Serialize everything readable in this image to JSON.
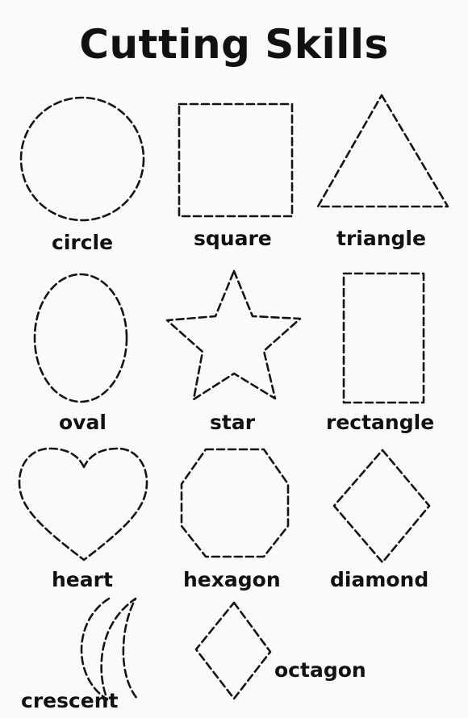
{
  "worksheet": {
    "title": "Cutting Skills",
    "ink_color": "#141414",
    "paper_color": "#fbfaf8",
    "shapes": [
      {
        "id": "circle",
        "label": "circle",
        "icon": "dashed-circle"
      },
      {
        "id": "square",
        "label": "square",
        "icon": "dashed-square"
      },
      {
        "id": "triangle",
        "label": "triangle",
        "icon": "dashed-triangle"
      },
      {
        "id": "oval",
        "label": "oval",
        "icon": "dashed-oval"
      },
      {
        "id": "star",
        "label": "star",
        "icon": "dashed-star"
      },
      {
        "id": "rectangle",
        "label": "rectangle",
        "icon": "dashed-rectangle"
      },
      {
        "id": "heart",
        "label": "heart",
        "icon": "dashed-heart"
      },
      {
        "id": "hexagon",
        "label": "hexagon",
        "icon": "dashed-octagon-outline"
      },
      {
        "id": "diamond",
        "label": "diamond",
        "icon": "dashed-diamond"
      },
      {
        "id": "crescent",
        "label": "crescent",
        "icon": "dashed-crescent"
      },
      {
        "id": "octagon",
        "label": "octagon",
        "icon": "dashed-diamond"
      }
    ]
  }
}
